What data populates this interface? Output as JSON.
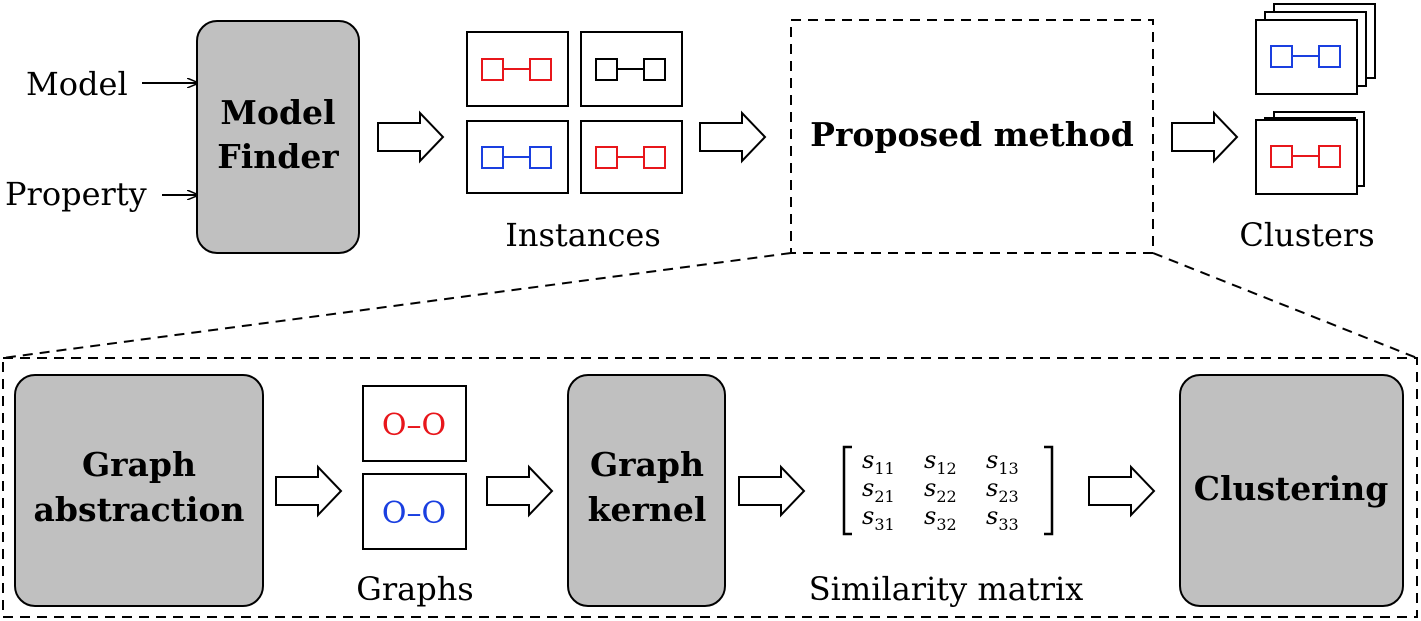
{
  "colors": {
    "red": "#e8161b",
    "blue": "#1a3fe0",
    "box_fill": "#c0c0c0"
  },
  "top": {
    "input_model": "Model",
    "input_property": "Property",
    "model_finder": [
      "Model",
      "Finder"
    ],
    "instances_label": "Instances",
    "proposed_method": "Proposed method",
    "clusters_label": "Clusters"
  },
  "bottom": {
    "graph_abstraction": [
      "Graph",
      "abstraction"
    ],
    "graphs_label": "Graphs",
    "graph_red": "O–O",
    "graph_blue": "O–O",
    "graph_kernel": [
      "Graph",
      "kernel"
    ],
    "similarity_label": "Similarity matrix",
    "matrix": [
      [
        "11",
        "12",
        "13"
      ],
      [
        "21",
        "22",
        "23"
      ],
      [
        "31",
        "32",
        "33"
      ]
    ],
    "matrix_symbol": "s",
    "clustering": "Clustering"
  }
}
